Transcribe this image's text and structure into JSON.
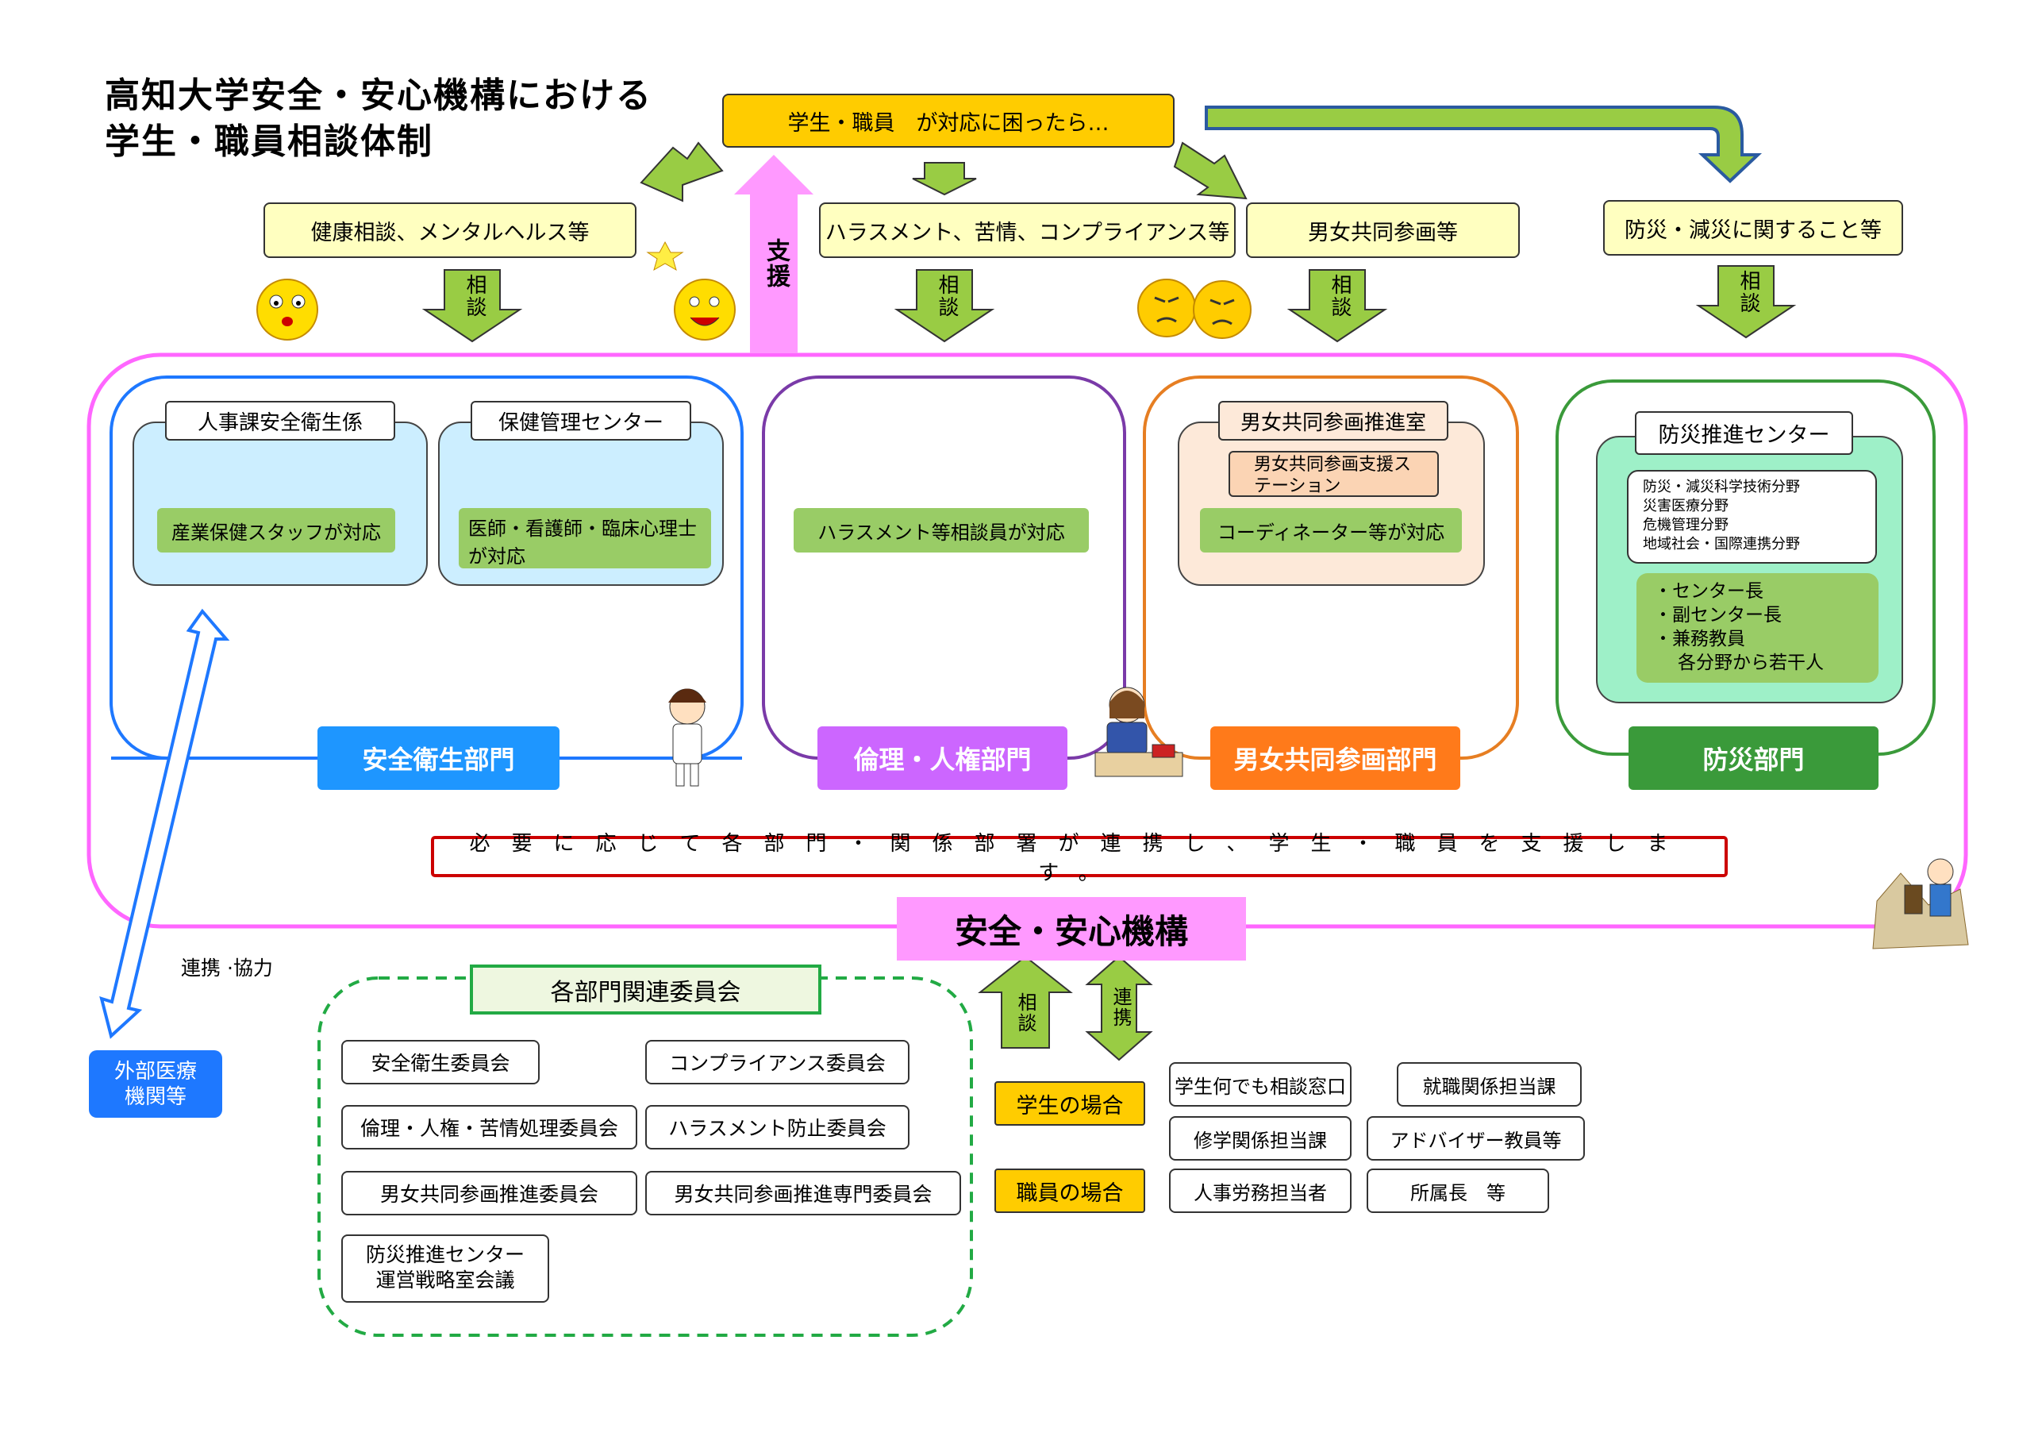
{
  "title_line1": "高知大学安全・安心機構における",
  "title_line2": "学生・職員相談体制",
  "top_trigger": "学生・職員　が対応に困ったら…",
  "topics": {
    "health": "健康相談、メンタルヘルス等",
    "harassment": "ハラスメント、苦情、コンプライアンス等",
    "gender": "男女共同参画等",
    "disaster": "防災・減災に関すること等"
  },
  "consult_label": "相談",
  "support_label": "支援",
  "departments": {
    "safety": {
      "label": "安全衛生部門",
      "color": "#1e96ff",
      "sub1": {
        "head": "人事課安全衛生係",
        "body": "産業保健スタッフが対応"
      },
      "sub2": {
        "head": "保健管理センター",
        "body": "医師・看護師・臨床心理士が対応"
      }
    },
    "ethics": {
      "label": "倫理・人権部門",
      "color": "#cc66ff",
      "body": "ハラスメント等相談員が対応"
    },
    "gender": {
      "label": "男女共同参画部門",
      "color": "#ff7a1a",
      "head": "男女共同参画推進室",
      "station": "男女共同参画支援ステーション",
      "body": "コーディネーター等が対応"
    },
    "disaster": {
      "label": "防災部門",
      "color": "#3a9a3a",
      "head": "防災推進センター",
      "fields": [
        "防災・減災科学技術分野",
        "災害医療分野",
        "危機管理分野",
        "地域社会・国際連携分野"
      ],
      "staff": [
        "・センター長",
        "・副センター長",
        "・兼務教員",
        "各分野から若干人"
      ]
    }
  },
  "cooperation_text": "必要に応じて各部門・関係部署が連携し、学生・職員を支援します。",
  "organization": "安全・安心機構",
  "external_link_label": "連携 ·協力",
  "external_org": "外部医療機関等",
  "committee_title": "各部門関連委員会",
  "committees": [
    "安全衛生委員会",
    "コンプライアンス委員会",
    "倫理・人権・苦情処理委員会",
    "ハラスメント防止委員会",
    "男女共同参画推進委員会",
    "男女共同参画推進専門委員会",
    "防災推進センター運営戦略室会議"
  ],
  "arrow_consult": "相談",
  "arrow_link": "連携",
  "student_case": "学生の場合",
  "staff_case": "職員の場合",
  "student_contacts": [
    "学生何でも相談窓口",
    "就職関係担当課",
    "修学関係担当課",
    "アドバイザー教員等"
  ],
  "staff_contacts": [
    "人事労務担当者",
    "所属長　等"
  ]
}
